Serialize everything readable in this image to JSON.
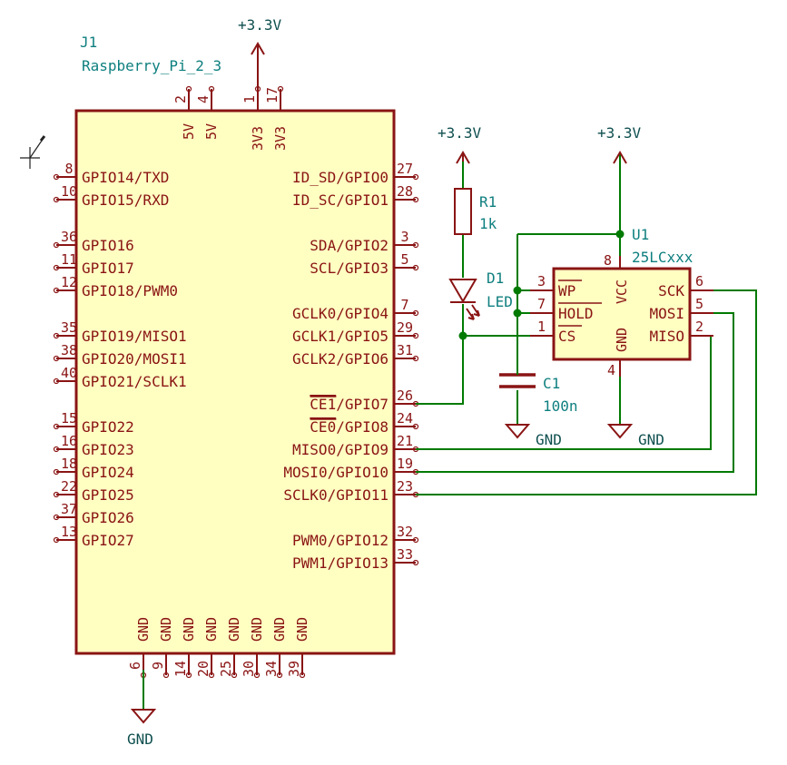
{
  "j1": {
    "ref": "J1",
    "value": "Raspberry_Pi_2_3",
    "top_pins": [
      {
        "num": "2",
        "name": "5V"
      },
      {
        "num": "4",
        "name": "5V"
      },
      {
        "num": "1",
        "name": "3V3"
      },
      {
        "num": "17",
        "name": "3V3"
      }
    ],
    "left_pins": [
      {
        "num": "8",
        "name": "GPIO14/TXD"
      },
      {
        "num": "10",
        "name": "GPIO15/RXD"
      },
      {
        "num": "36",
        "name": "GPIO16"
      },
      {
        "num": "11",
        "name": "GPIO17"
      },
      {
        "num": "12",
        "name": "GPIO18/PWM0"
      },
      {
        "num": "35",
        "name": "GPIO19/MISO1"
      },
      {
        "num": "38",
        "name": "GPIO20/MOSI1"
      },
      {
        "num": "40",
        "name": "GPIO21/SCLK1"
      },
      {
        "num": "15",
        "name": "GPIO22"
      },
      {
        "num": "16",
        "name": "GPIO23"
      },
      {
        "num": "18",
        "name": "GPIO24"
      },
      {
        "num": "22",
        "name": "GPIO25"
      },
      {
        "num": "37",
        "name": "GPIO26"
      },
      {
        "num": "13",
        "name": "GPIO27"
      }
    ],
    "right_pins": [
      {
        "num": "27",
        "name": "ID_SD/GPIO0"
      },
      {
        "num": "28",
        "name": "ID_SC/GPIO1"
      },
      {
        "num": "3",
        "name": "SDA/GPIO2"
      },
      {
        "num": "5",
        "name": "SCL/GPIO3"
      },
      {
        "num": "7",
        "name": "GCLK0/GPIO4"
      },
      {
        "num": "29",
        "name": "GCLK1/GPIO5"
      },
      {
        "num": "31",
        "name": "GCLK2/GPIO6"
      },
      {
        "num": "26",
        "name": "CE1/GPIO7",
        "over": "CE1",
        "rest": "/GPIO7"
      },
      {
        "num": "24",
        "name": "CE0/GPIO8",
        "over": "CE0",
        "rest": "/GPIO8"
      },
      {
        "num": "21",
        "name": "MISO0/GPIO9"
      },
      {
        "num": "19",
        "name": "MOSI0/GPIO10"
      },
      {
        "num": "23",
        "name": "SCLK0/GPIO11"
      },
      {
        "num": "32",
        "name": "PWM0/GPIO12"
      },
      {
        "num": "33",
        "name": "PWM1/GPIO13"
      }
    ],
    "bottom_pins": [
      {
        "num": "6",
        "name": "GND"
      },
      {
        "num": "9",
        "name": "GND"
      },
      {
        "num": "14",
        "name": "GND"
      },
      {
        "num": "20",
        "name": "GND"
      },
      {
        "num": "25",
        "name": "GND"
      },
      {
        "num": "30",
        "name": "GND"
      },
      {
        "num": "34",
        "name": "GND"
      },
      {
        "num": "39",
        "name": "GND"
      }
    ]
  },
  "u1": {
    "ref": "U1",
    "value": "25LCxxx",
    "left_pins": [
      {
        "num": "3",
        "name": "WP"
      },
      {
        "num": "7",
        "name": "HOLD"
      },
      {
        "num": "1",
        "name": "CS"
      }
    ],
    "right_pins": [
      {
        "num": "6",
        "name": "SCK"
      },
      {
        "num": "5",
        "name": "MOSI"
      },
      {
        "num": "2",
        "name": "MISO"
      }
    ],
    "vcc_pin": {
      "num": "8",
      "name": "VCC"
    },
    "gnd_pin": {
      "num": "4",
      "name": "GND"
    }
  },
  "r1": {
    "ref": "R1",
    "value": "1k"
  },
  "d1": {
    "ref": "D1",
    "value": "LED"
  },
  "c1": {
    "ref": "C1",
    "value": "100n"
  },
  "power": {
    "v33": "+3.3V",
    "gnd": "GND"
  },
  "colors": {
    "symbol": "#8a1414",
    "body_fill": "#ffffc2",
    "wire": "#007a00",
    "reference": "#0f7f7f",
    "power_label": "#0f4f4f"
  }
}
